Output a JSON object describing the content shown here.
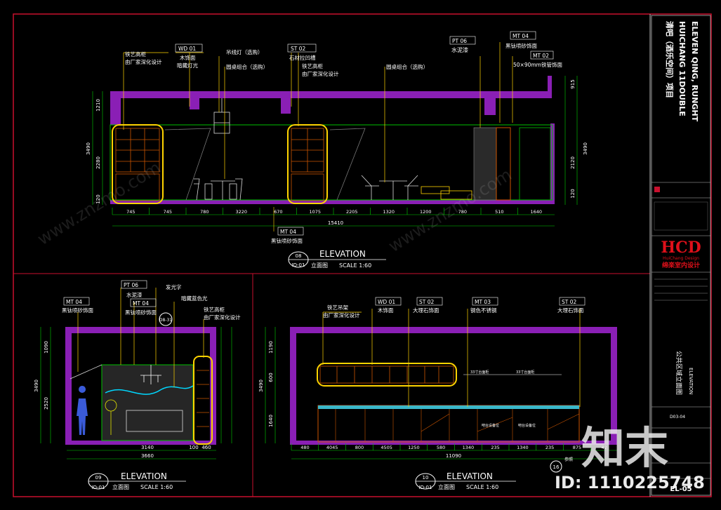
{
  "title_block": {
    "project_cn": "清吧（酒乐空间）项目",
    "project_en_1": "HUICHANG 11DOUBLE",
    "project_en_2": "ELEVEN QING, RUNGHT",
    "logo": "HCD",
    "company_en": "HuiChang Design",
    "company_cn": "绵楽室内设计",
    "drawing_cn": "公共区域立面图",
    "drawing_en": "ELEVATION",
    "drawing_no": "EL-05",
    "code": "D03-04"
  },
  "views": [
    {
      "num": "08",
      "ref": "ID-01",
      "title_en": "ELEVATION",
      "title_cn": "立面图",
      "scale": "SCALE  1:60",
      "labels": [
        {
          "code": "铁艺高柜",
          "text": "由厂家深化设计"
        },
        {
          "code": "WD 01",
          "text": "木饰面",
          "text2": "暗藏灯光"
        },
        {
          "code": "",
          "text": "吊线灯（选购）",
          "text2": "圆桌组合（选购）"
        },
        {
          "code": "ST 02",
          "text": "石材拉凹槽",
          "text2": "铁艺高柜",
          "text3": "由厂家深化设计"
        },
        {
          "code": "",
          "text": "圆桌组合（选购）"
        },
        {
          "code": "PT 06",
          "text": "水泥漆"
        },
        {
          "code": "MT 04",
          "text": "黑钛喷砂饰面"
        },
        {
          "code": "MT 02",
          "text": "50×90mm铁管饰面"
        }
      ],
      "bottom_label": {
        "code": "MT 04",
        "text": "黑钛喷砂饰面"
      },
      "dims_bottom": [
        "745",
        "745",
        "780",
        "3220",
        "670",
        "1075",
        "2205",
        "1320",
        "1200",
        "780",
        "510",
        "1640"
      ],
      "dims_total": "15410",
      "dims_left": [
        "1210",
        "2280",
        "120"
      ],
      "dims_left_total": "3490",
      "dims_right": [
        "915",
        "2120",
        "120"
      ],
      "dims_right_total": "3490"
    },
    {
      "num": "09",
      "ref": "ID-01",
      "title_en": "ELEVATION",
      "title_cn": "立面图",
      "scale": "SCALE  1:60",
      "labels": [
        {
          "code": "MT 04",
          "text": "黑钛喷砂饰面"
        },
        {
          "code": "PT 06",
          "text": "水泥漆"
        },
        {
          "code": "MT 04",
          "text": "黑钛喷砂饰面"
        },
        {
          "code": "",
          "text": "发光字"
        },
        {
          "code": "",
          "text": "暗藏蓝色光"
        },
        {
          "code": "",
          "text": "铁艺高柜",
          "text2": "由厂家深化设计"
        }
      ],
      "section_tag": "D8-31",
      "dims_bottom": [
        "3140",
        "100",
        "460"
      ],
      "dims_total": "3660",
      "dims_left": [
        "1090",
        "2520"
      ],
      "dims_left_total": "3490"
    },
    {
      "num": "10",
      "ref": "ID-01",
      "title_en": "ELEVATION",
      "title_cn": "立面图",
      "scale": "SCALE  1:60",
      "labels": [
        {
          "code": "",
          "text": "铁艺吊架",
          "text2": "由厂家深化设计"
        },
        {
          "code": "WD 01",
          "text": "木饰面"
        },
        {
          "code": "ST 02",
          "text": "大理石饰面"
        },
        {
          "code": "MT 03",
          "text": "钢色不锈钢"
        },
        {
          "code": "ST 02",
          "text": "大理石饰面"
        }
      ],
      "inner_text": [
        "33寸台面柜",
        "33寸台面柜",
        "吧台设备位",
        "吧台设备位"
      ],
      "dims_bottom": [
        "480",
        "4045",
        "800",
        "4505",
        "1250",
        "580",
        "1340",
        "235",
        "1340",
        "235",
        "875",
        "42"
      ],
      "dims_total": "11090",
      "dims_left": [
        "1190",
        "600",
        "1640"
      ],
      "dims_left_total": "3490",
      "tag": "16",
      "tag_note": "参照"
    }
  ],
  "watermark": {
    "brand": "知末",
    "id": "ID: 1110225748",
    "site": "www.znzmo.com"
  }
}
